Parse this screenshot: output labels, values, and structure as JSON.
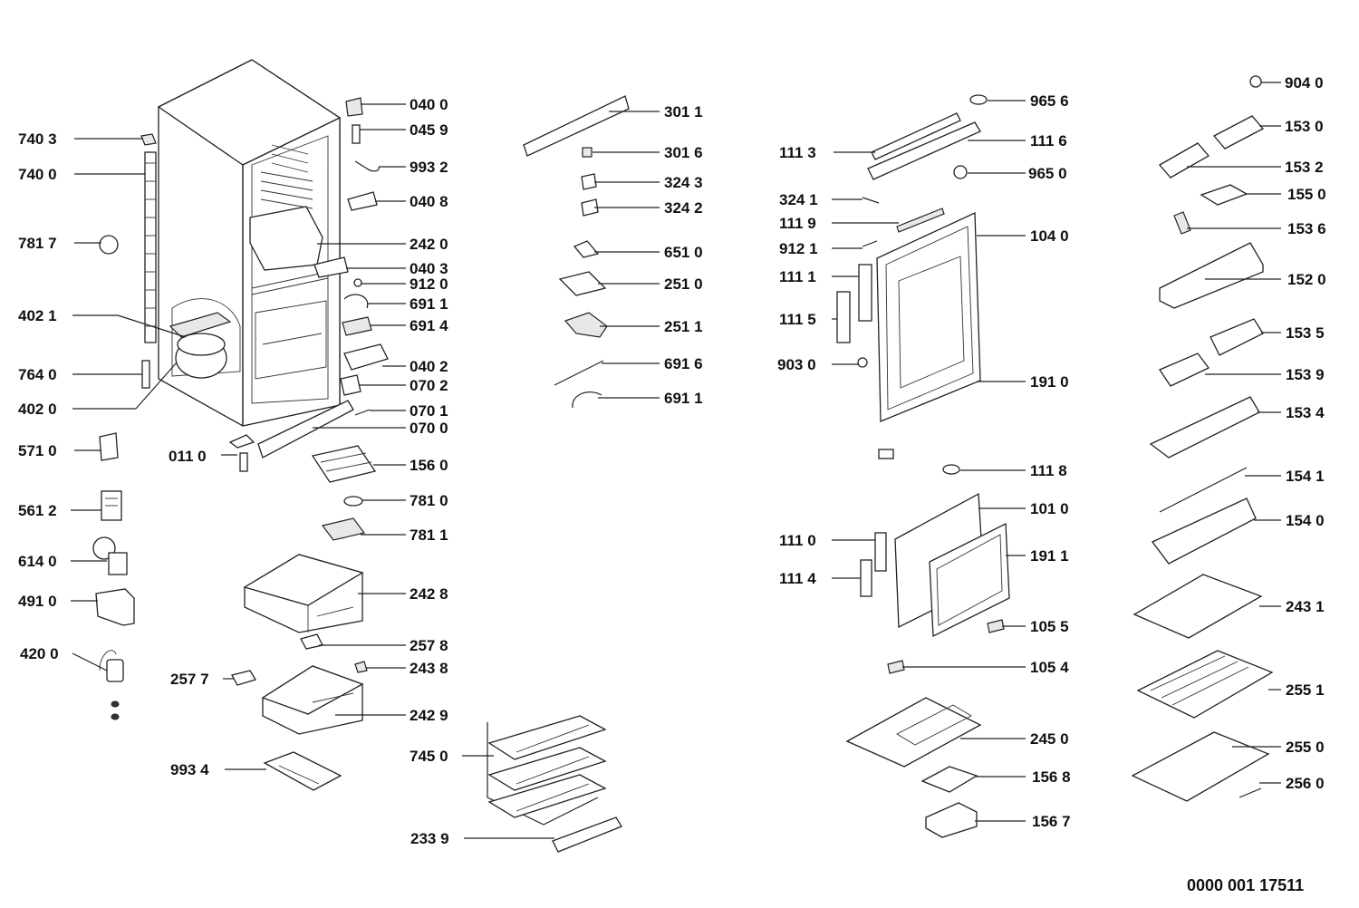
{
  "diagram_title": "",
  "reference_number": "0000 001 17511",
  "callouts": [
    {
      "id": "c1",
      "text": "740 3"
    },
    {
      "id": "c2",
      "text": "740 0"
    },
    {
      "id": "c3",
      "text": "781 7"
    },
    {
      "id": "c4",
      "text": "402 1"
    },
    {
      "id": "c5",
      "text": "764 0"
    },
    {
      "id": "c6",
      "text": "402 0"
    },
    {
      "id": "c7",
      "text": "571 0"
    },
    {
      "id": "c8",
      "text": "561 2"
    },
    {
      "id": "c9",
      "text": "614 0"
    },
    {
      "id": "c10",
      "text": "491 0"
    },
    {
      "id": "c11",
      "text": "420 0"
    },
    {
      "id": "c12",
      "text": "011 0"
    },
    {
      "id": "c13",
      "text": "257 7"
    },
    {
      "id": "c14",
      "text": "993 4"
    },
    {
      "id": "c15",
      "text": "040 0"
    },
    {
      "id": "c16",
      "text": "045 9"
    },
    {
      "id": "c17",
      "text": "993 2"
    },
    {
      "id": "c18",
      "text": "040 8"
    },
    {
      "id": "c19",
      "text": "242 0"
    },
    {
      "id": "c20",
      "text": "040 3"
    },
    {
      "id": "c21",
      "text": "912 0"
    },
    {
      "id": "c22",
      "text": "691 1"
    },
    {
      "id": "c23",
      "text": "691 4"
    },
    {
      "id": "c24",
      "text": "040 2"
    },
    {
      "id": "c25",
      "text": "070 2"
    },
    {
      "id": "c26",
      "text": "070 1"
    },
    {
      "id": "c27",
      "text": "070 0"
    },
    {
      "id": "c28",
      "text": "156 0"
    },
    {
      "id": "c29",
      "text": "781 0"
    },
    {
      "id": "c30",
      "text": "781 1"
    },
    {
      "id": "c31",
      "text": "242 8"
    },
    {
      "id": "c32",
      "text": "257 8"
    },
    {
      "id": "c33",
      "text": "243 8"
    },
    {
      "id": "c34",
      "text": "242 9"
    },
    {
      "id": "c35",
      "text": "745 0"
    },
    {
      "id": "c36",
      "text": "233 9"
    },
    {
      "id": "c37",
      "text": "301 1"
    },
    {
      "id": "c38",
      "text": "301 6"
    },
    {
      "id": "c39",
      "text": "324 3"
    },
    {
      "id": "c40",
      "text": "324 2"
    },
    {
      "id": "c41",
      "text": "651 0"
    },
    {
      "id": "c42",
      "text": "251 0"
    },
    {
      "id": "c43",
      "text": "251 1"
    },
    {
      "id": "c44",
      "text": "691 6"
    },
    {
      "id": "c45",
      "text": "691 1"
    },
    {
      "id": "c46",
      "text": "111 3"
    },
    {
      "id": "c47",
      "text": "324 1"
    },
    {
      "id": "c48",
      "text": "111 9"
    },
    {
      "id": "c49",
      "text": "912 1"
    },
    {
      "id": "c50",
      "text": "111 1"
    },
    {
      "id": "c51",
      "text": "111 5"
    },
    {
      "id": "c52",
      "text": "903 0"
    },
    {
      "id": "c53",
      "text": "111 0"
    },
    {
      "id": "c54",
      "text": "111 4"
    },
    {
      "id": "c55",
      "text": "965 6"
    },
    {
      "id": "c56",
      "text": "111 6"
    },
    {
      "id": "c57",
      "text": "965 0"
    },
    {
      "id": "c58",
      "text": "104 0"
    },
    {
      "id": "c59",
      "text": "191 0"
    },
    {
      "id": "c60",
      "text": "111 8"
    },
    {
      "id": "c61",
      "text": "101 0"
    },
    {
      "id": "c62",
      "text": "191 1"
    },
    {
      "id": "c63",
      "text": "105 5"
    },
    {
      "id": "c64",
      "text": "105 4"
    },
    {
      "id": "c65",
      "text": "245 0"
    },
    {
      "id": "c66",
      "text": "156 8"
    },
    {
      "id": "c67",
      "text": "156 7"
    },
    {
      "id": "c68",
      "text": "904 0"
    },
    {
      "id": "c69",
      "text": "153 0"
    },
    {
      "id": "c70",
      "text": "153 2"
    },
    {
      "id": "c71",
      "text": "155 0"
    },
    {
      "id": "c72",
      "text": "153 6"
    },
    {
      "id": "c73",
      "text": "152 0"
    },
    {
      "id": "c74",
      "text": "153 5"
    },
    {
      "id": "c75",
      "text": "153 9"
    },
    {
      "id": "c76",
      "text": "153 4"
    },
    {
      "id": "c77",
      "text": "154 1"
    },
    {
      "id": "c78",
      "text": "154 0"
    },
    {
      "id": "c79",
      "text": "243 1"
    },
    {
      "id": "c80",
      "text": "255 1"
    },
    {
      "id": "c81",
      "text": "255 0"
    },
    {
      "id": "c82",
      "text": "256 0"
    }
  ]
}
